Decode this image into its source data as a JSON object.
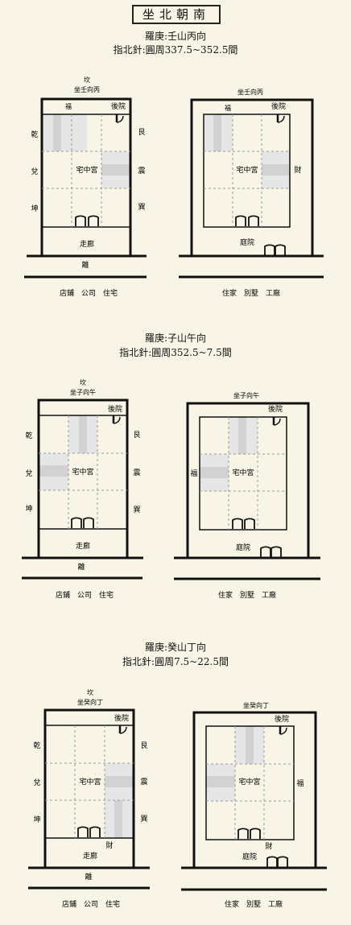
{
  "header": {
    "title": "坐北朝南"
  },
  "sections": [
    {
      "luo": "羅庚:壬山丙向",
      "compass": "指北針:圓周337.5~352.5間",
      "left": {
        "top_label": "坎",
        "sub_label": "坐壬向丙",
        "back_label": "後院",
        "center": "宅中宮",
        "corridor": "走廊",
        "cells_label": "福",
        "side_left": [
          "乾",
          "兌",
          "坤"
        ],
        "side_right": [
          "艮",
          "震",
          "巽"
        ],
        "bottom": "離",
        "caption": "店鋪　公司　住宅"
      },
      "right": {
        "sub_label": "坐壬向丙",
        "back_label": "後院",
        "center": "宅中宮",
        "yard": "庭院",
        "cells_label": "福",
        "side_label": "財",
        "caption": "住家　別墅　工廠"
      }
    },
    {
      "luo": "羅庚:子山午向",
      "compass": "指北針:圓周352.5~7.5間",
      "left": {
        "top_label": "坎",
        "sub_label": "坐子向午",
        "back_label": "後院",
        "center": "宅中宮",
        "corridor": "走廊",
        "side_left": [
          "乾",
          "兌",
          "坤"
        ],
        "side_right": [
          "艮",
          "震",
          "巽"
        ],
        "bottom": "離",
        "caption": "店鋪　公司　住宅"
      },
      "right": {
        "sub_label": "坐子向午",
        "back_label": "後院",
        "center": "宅中宮",
        "yard": "庭院",
        "side_label": "福",
        "caption": "住家　別墅　工廠"
      }
    },
    {
      "luo": "羅庚:癸山丁向",
      "compass": "指北針:圓周7.5~22.5間",
      "left": {
        "top_label": "坎",
        "sub_label": "坐癸向丁",
        "back_label": "後院",
        "center": "宅中宮",
        "corridor": "走廊",
        "cells_label": "財",
        "side_left": [
          "乾",
          "兌",
          "坤"
        ],
        "side_right": [
          "艮",
          "震",
          "巽"
        ],
        "bottom": "離",
        "caption": "店鋪　公司　住宅"
      },
      "right": {
        "sub_label": "坐癸向丁",
        "back_label": "後院",
        "center": "宅中宮",
        "yard": "庭院",
        "cells_label": "財",
        "side_label": "福",
        "caption": "住家　別墅　工廠"
      }
    }
  ]
}
